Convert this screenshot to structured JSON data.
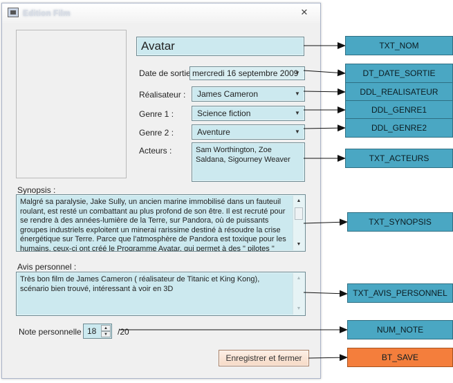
{
  "window": {
    "title": "Edition Film"
  },
  "form": {
    "nom": "Avatar",
    "date_label": "Date de sortie :",
    "date_value": "mercredi  16 septembre 2009",
    "realisateur_label": "Réalisateur :",
    "realisateur_value": "James Cameron",
    "genre1_label": "Genre 1 :",
    "genre1_value": "Science fiction",
    "genre2_label": "Genre 2 :",
    "genre2_value": "Aventure",
    "acteurs_label": "Acteurs :",
    "acteurs_value": "Sam Worthington, Zoe Saldana, Sigourney Weaver",
    "synopsis_label": "Synopsis :",
    "synopsis_value": "Malgré sa paralysie, Jake Sully, un ancien marine immobilisé dans un fauteuil roulant, est resté un combattant au plus profond de son être. Il est recruté pour se rendre à des années-lumière de la Terre, sur Pandora, où de puissants groupes industriels exploitent un minerai rarissime destiné à résoudre la crise énergétique sur Terre. Parce que l'atmosphère de Pandora est toxique pour les humains, ceux-ci ont créé le Programme Avatar, qui permet à des \" pilotes \" humains de lier leur",
    "avis_label": "Avis personnel :",
    "avis_value": "Très bon film de James Cameron ( réalisateur de Titanic et King Kong), scénario bien trouvé, intéressant à voir en 3D",
    "note_label": "Note personnelle :",
    "note_value": "18",
    "note_suffix": "/20",
    "save_label": "Enregistrer et fermer"
  },
  "annotations": {
    "txt_nom": "TXT_NOM",
    "dt_date_sortie": "DT_DATE_SORTIE",
    "ddl_realisateur": "DDL_REALISATEUR",
    "ddl_genre1": "DDL_GENRE1",
    "ddl_genre2": "DDL_GENRE2",
    "txt_acteurs": "TXT_ACTEURS",
    "txt_synopsis": "TXT_SYNOPSIS",
    "txt_avis_personnel": "TXT_AVIS_PERSONNEL",
    "num_note": "NUM_NOTE",
    "bt_save": "BT_SAVE"
  },
  "icons": {
    "window_icon": "app-icon",
    "close": "close-icon",
    "dropdown": "chevron-down-icon",
    "scroll_up": "scroll-up-icon",
    "scroll_down": "scroll-down-icon"
  },
  "colors": {
    "field_background": "#cce9ef",
    "tag_blue": "#4aa7c3",
    "tag_orange": "#f47e3c",
    "button_background": "#f6dac6"
  }
}
